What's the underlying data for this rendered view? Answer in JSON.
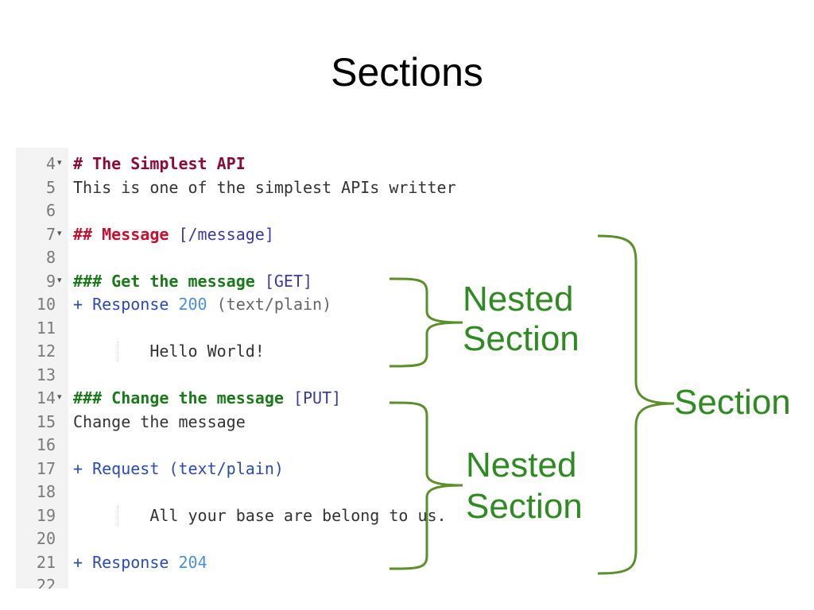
{
  "slide": {
    "title": "Sections"
  },
  "editor": {
    "lines": [
      {
        "n": "4",
        "fold": true,
        "segments": [
          {
            "cls": "h1",
            "text": "# The Simplest API"
          }
        ]
      },
      {
        "n": "5",
        "fold": false,
        "segments": [
          {
            "cls": "plain",
            "text": "This is one of the simplest APIs writter"
          }
        ]
      },
      {
        "n": "6",
        "fold": false,
        "segments": []
      },
      {
        "n": "7",
        "fold": true,
        "segments": [
          {
            "cls": "h2",
            "text": "## Message "
          },
          {
            "cls": "url",
            "text": "[/message]"
          }
        ]
      },
      {
        "n": "8",
        "fold": false,
        "segments": []
      },
      {
        "n": "9",
        "fold": true,
        "segments": [
          {
            "cls": "h3",
            "text": "### Get the message "
          },
          {
            "cls": "url",
            "text": "[GET]"
          }
        ]
      },
      {
        "n": "10",
        "fold": false,
        "segments": [
          {
            "cls": "plus",
            "text": "+ "
          },
          {
            "cls": "kw",
            "text": "Response "
          },
          {
            "cls": "num",
            "text": "200 "
          },
          {
            "cls": "paren",
            "text": "(text/plain)"
          }
        ]
      },
      {
        "n": "11",
        "fold": false,
        "segments": []
      },
      {
        "n": "12",
        "fold": false,
        "indent": true,
        "segments": [
          {
            "cls": "plain",
            "text": "        Hello World!"
          }
        ]
      },
      {
        "n": "13",
        "fold": false,
        "segments": []
      },
      {
        "n": "14",
        "fold": true,
        "segments": [
          {
            "cls": "h3",
            "text": "### Change the message "
          },
          {
            "cls": "url",
            "text": "[PUT]"
          }
        ]
      },
      {
        "n": "15",
        "fold": false,
        "segments": [
          {
            "cls": "plain",
            "text": "Change the message"
          }
        ]
      },
      {
        "n": "16",
        "fold": false,
        "segments": []
      },
      {
        "n": "17",
        "fold": false,
        "segments": [
          {
            "cls": "plus",
            "text": "+ "
          },
          {
            "cls": "kw",
            "text": "Request "
          },
          {
            "cls": "kw",
            "text": "(text/plain)"
          }
        ]
      },
      {
        "n": "18",
        "fold": false,
        "segments": []
      },
      {
        "n": "19",
        "fold": false,
        "indent": true,
        "segments": [
          {
            "cls": "plain",
            "text": "        All your base are belong to us."
          }
        ]
      },
      {
        "n": "20",
        "fold": false,
        "segments": []
      },
      {
        "n": "21",
        "fold": false,
        "segments": [
          {
            "cls": "plus",
            "text": "+ "
          },
          {
            "cls": "kw",
            "text": "Response "
          },
          {
            "cls": "num",
            "text": "204"
          }
        ]
      },
      {
        "n": "22",
        "fold": false,
        "segments": []
      }
    ]
  },
  "annotations": {
    "nested_label_line1": "Nested",
    "nested_label_line2": "Section",
    "section_label": "Section",
    "color": "#2e8b22"
  }
}
